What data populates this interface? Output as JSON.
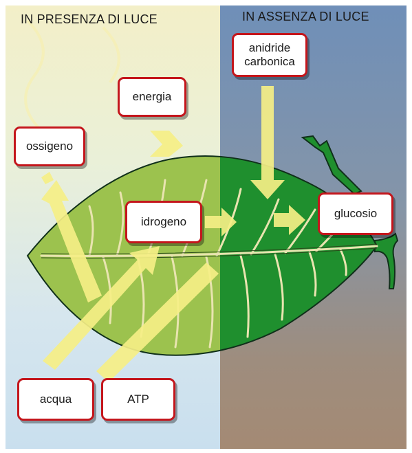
{
  "headings": {
    "left": "IN PRESENZA DI LUCE",
    "right": "IN ASSENZA DI LUCE"
  },
  "labels": {
    "anidride": "anidride carbonica",
    "energia": "energia",
    "ossigeno": "ossigeno",
    "idrogeno": "idrogeno",
    "glucosio": "glucosio",
    "acqua": "acqua",
    "atp": "ATP"
  },
  "colors": {
    "label_border": "#c4161c",
    "arrow": "#f5ef86",
    "leaf_light_side": "#9cc24e",
    "leaf_dark_side": "#1f8f2e",
    "vein": "#e9e4b0"
  }
}
